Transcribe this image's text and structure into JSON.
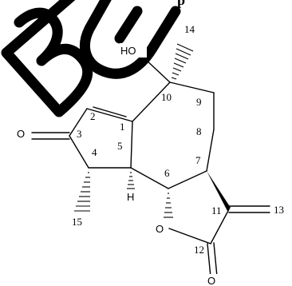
{
  "watermark": {
    "text": "BU",
    "color": "#000000"
  },
  "truncated_header": {
    "text": "p"
  },
  "molecule": {
    "atom_labels": {
      "hydroxyl": "HO",
      "ketone_oxygen": "O",
      "ring_oxygen": "O",
      "lactone_oxygen": "O",
      "hydrogen": "H"
    },
    "locants": [
      "1",
      "2",
      "3",
      "4",
      "5",
      "6",
      "7",
      "8",
      "9",
      "10",
      "11",
      "12",
      "13",
      "14",
      "15"
    ]
  }
}
